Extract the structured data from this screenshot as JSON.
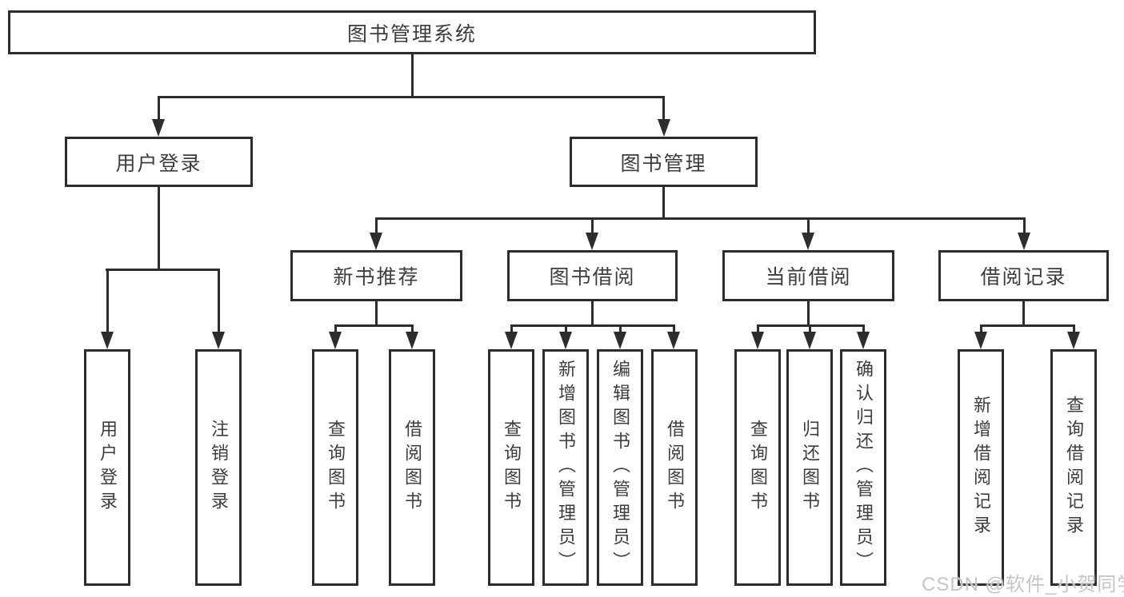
{
  "diagram": {
    "root": {
      "label": "图书管理系统"
    },
    "user_login": {
      "label": "用户登录",
      "children": [
        {
          "label": "用户登录"
        },
        {
          "label": "注销登录"
        }
      ]
    },
    "book_management": {
      "label": "图书管理",
      "sections": [
        {
          "label": "新书推荐",
          "children": [
            {
              "label": "查询图书"
            },
            {
              "label": "借阅图书"
            }
          ]
        },
        {
          "label": "图书借阅",
          "children": [
            {
              "label": "查询图书"
            },
            {
              "label": "新增图书（管理员）"
            },
            {
              "label": "编辑图书（管理员）"
            },
            {
              "label": "借阅图书"
            }
          ]
        },
        {
          "label": "当前借阅",
          "children": [
            {
              "label": "查询图书"
            },
            {
              "label": "归还图书"
            },
            {
              "label": "确认归还（管理员）"
            }
          ]
        },
        {
          "label": "借阅记录",
          "children": [
            {
              "label": "新增借阅记录"
            },
            {
              "label": "查询借阅记录"
            }
          ]
        }
      ]
    },
    "watermark": "CSDN @软件_小贺同学",
    "colors": {
      "line": "#2d2d2d",
      "text": "#3d3d3d",
      "box_bg": "#ffffff",
      "watermark": "#c5c5c5"
    }
  }
}
